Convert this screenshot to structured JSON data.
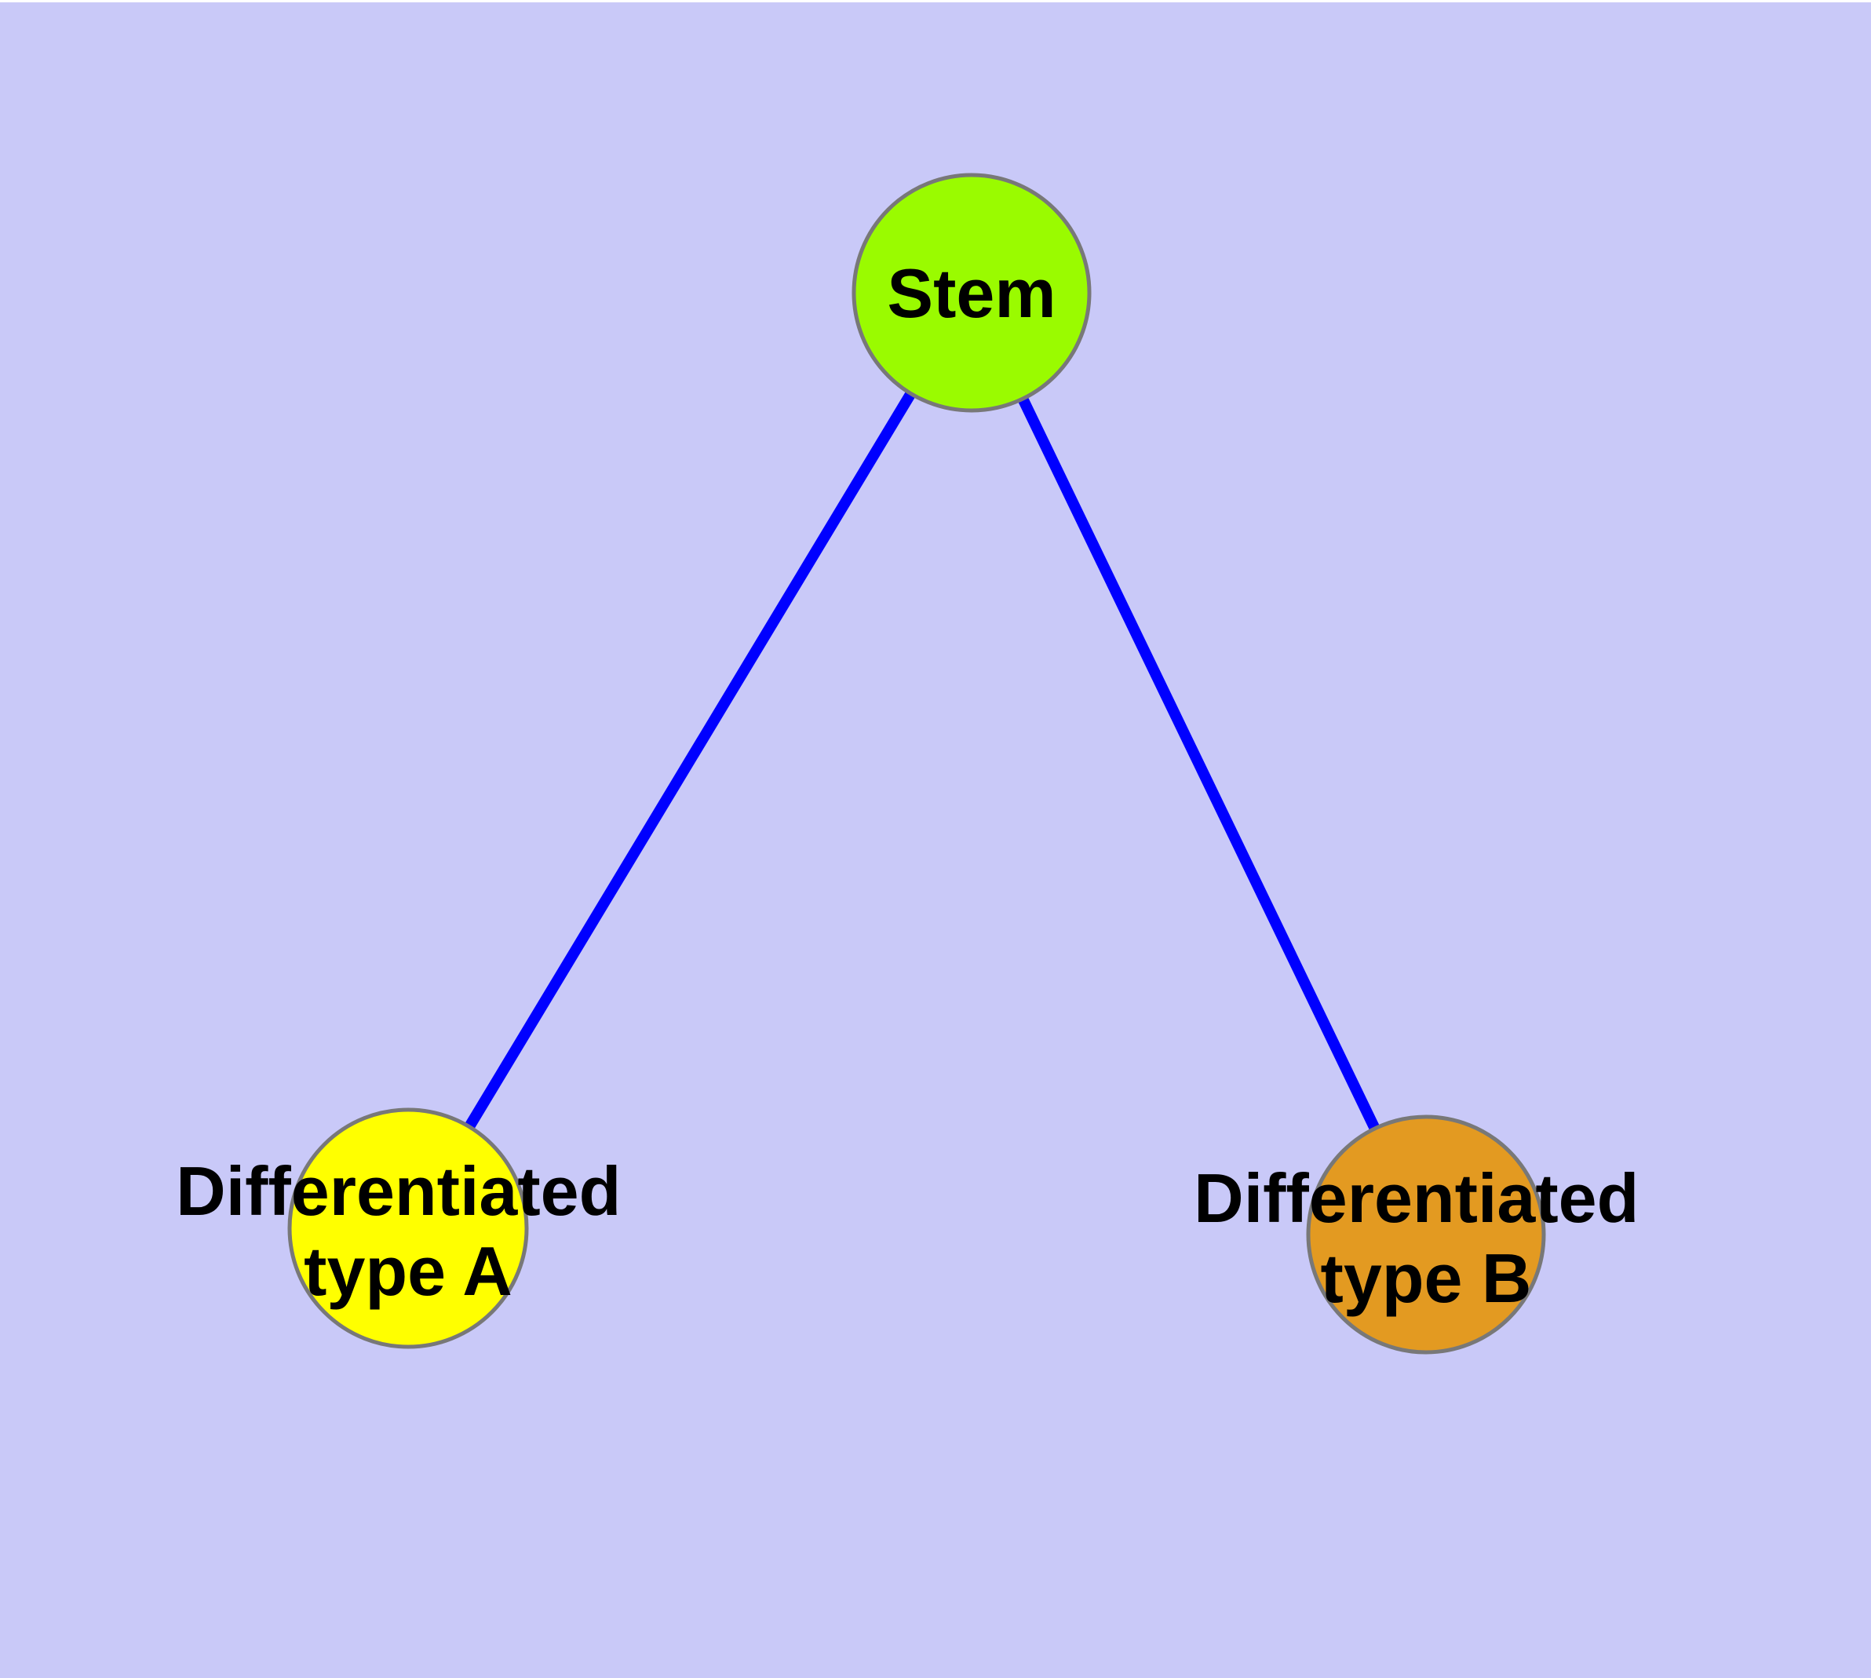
{
  "diagram": {
    "background_color": "#C9C9F8",
    "top_strip_color": "#FFFFFF",
    "edge_color": "#0000FF",
    "node_border_color": "#787878",
    "text_color": "#000000",
    "nodes": {
      "stem": {
        "label": "Stem",
        "fill": "#9AFB00"
      },
      "type_a": {
        "label_line1": "Differentiated",
        "label_line2": "type A",
        "fill": "#FFFF00"
      },
      "type_b": {
        "label_line1": "Differentiated",
        "label_line2": "type B",
        "fill": "#E39A21"
      }
    },
    "edges": [
      {
        "from": "Stem",
        "to": "Differentiated type A"
      },
      {
        "from": "Stem",
        "to": "Differentiated type B"
      }
    ]
  }
}
